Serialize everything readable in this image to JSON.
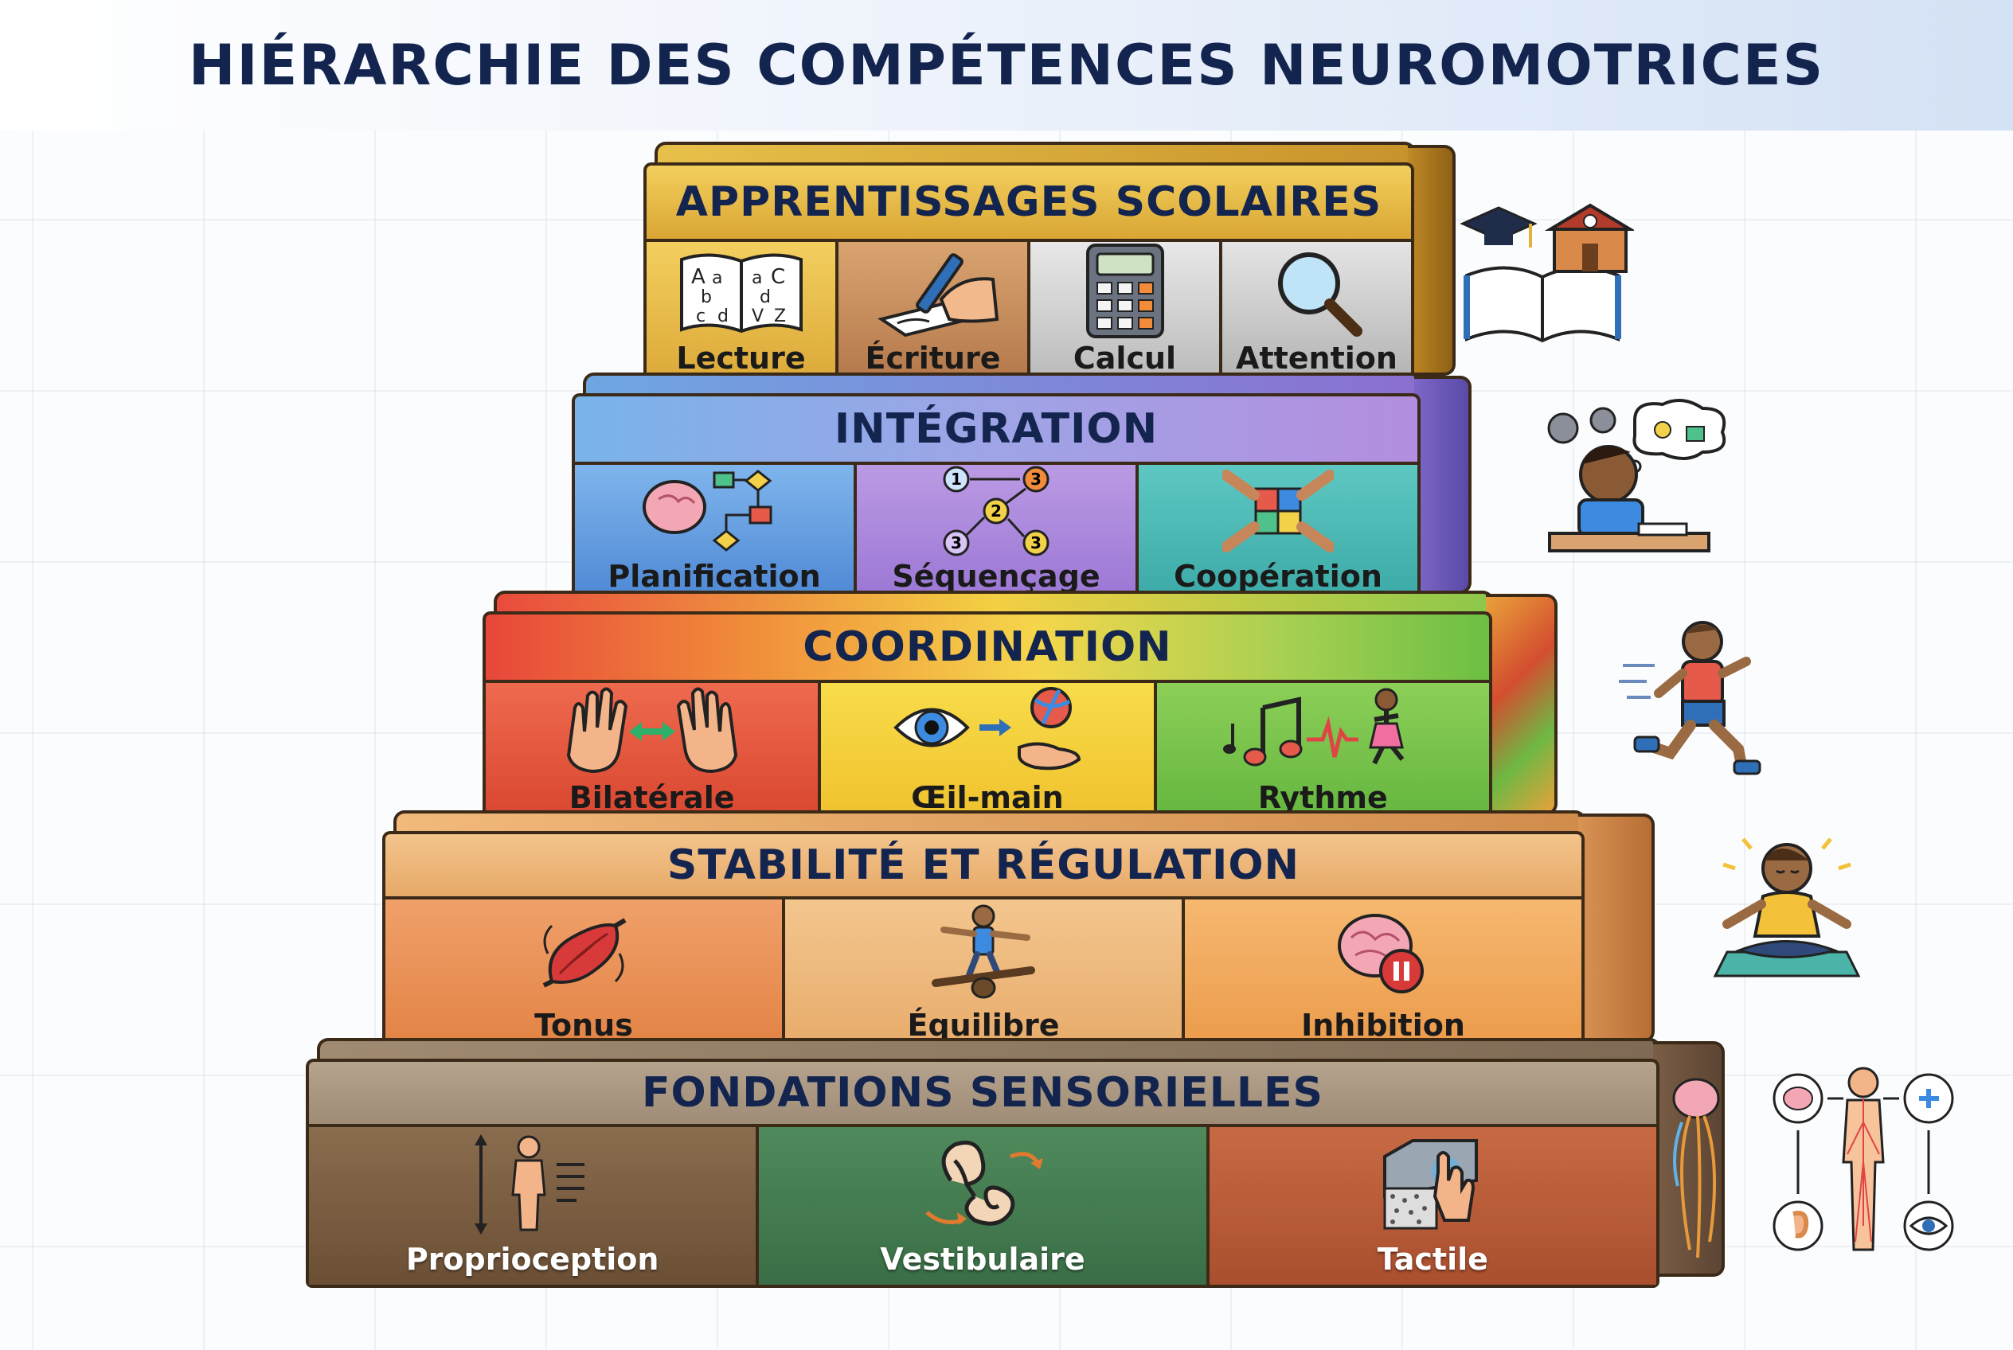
{
  "title": "HIÉRARCHIE DES COMPÉTENCES NEUROMOTRICES",
  "tiers": [
    {
      "title": "APPRENTISSAGES SCOLAIRES",
      "items": [
        {
          "label": "Lecture",
          "icon": "book-letters-icon"
        },
        {
          "label": "Écriture",
          "icon": "hand-writing-icon"
        },
        {
          "label": "Calcul",
          "icon": "calculator-icon"
        },
        {
          "label": "Attention",
          "icon": "magnifier-icon"
        }
      ],
      "side_icon": "school-books-icon"
    },
    {
      "title": "INTÉGRATION",
      "items": [
        {
          "label": "Planification",
          "icon": "brain-flowchart-icon"
        },
        {
          "label": "Séquençage",
          "icon": "numbered-sequence-icon"
        },
        {
          "label": "Coopération",
          "icon": "hands-puzzle-icon"
        }
      ],
      "side_icon": "thinking-child-icon"
    },
    {
      "title": "COORDINATION",
      "items": [
        {
          "label": "Bilatérale",
          "icon": "two-hands-icon"
        },
        {
          "label": "Œil-main",
          "icon": "eye-hand-ball-icon"
        },
        {
          "label": "Rythme",
          "icon": "music-dance-icon"
        }
      ],
      "side_icon": "running-child-icon"
    },
    {
      "title": "STABILITÉ ET RÉGULATION",
      "items": [
        {
          "label": "Tonus",
          "icon": "muscle-icon"
        },
        {
          "label": "Équilibre",
          "icon": "balance-board-icon"
        },
        {
          "label": "Inhibition",
          "icon": "brain-pause-icon"
        }
      ],
      "side_icon": "meditating-child-icon"
    },
    {
      "title": "FONDATIONS SENSORIELLES",
      "items": [
        {
          "label": "Proprioception",
          "icon": "body-awareness-icon"
        },
        {
          "label": "Vestibulaire",
          "icon": "inner-ear-icon"
        },
        {
          "label": "Tactile",
          "icon": "touch-texture-icon"
        }
      ],
      "side_icon": "nervous-system-cycle-icon"
    }
  ]
}
